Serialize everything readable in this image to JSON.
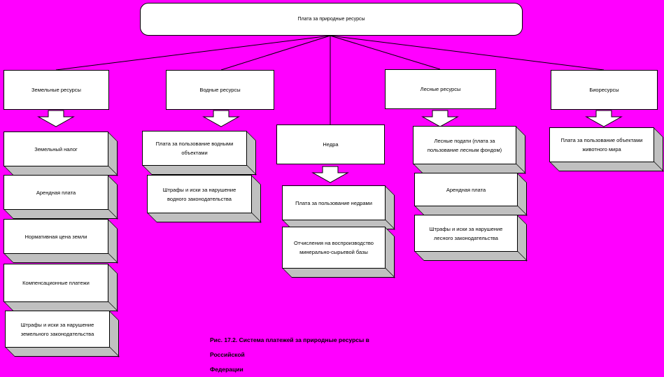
{
  "page": {
    "background_color": "#ff00ff",
    "box_fill_color": "#ffffff",
    "box_border_color": "#000000",
    "shadow_color": "#c0c0c0"
  },
  "root": {
    "label": "Плата за природные ресурсы"
  },
  "columns": [
    {
      "header": "Земельные ресурсы",
      "items": [
        "Земельный налог",
        "Арендная плата",
        "Нормативная цена земли",
        "Компенсационные платежи",
        "Штрафы и иски за нарушение земельного законодательства"
      ]
    },
    {
      "header": "Водные ресурсы",
      "items": [
        "Плата за пользование водными объектами",
        "Штрафы и иски за нарушение водного законодательства"
      ]
    },
    {
      "header": "Недра",
      "items": [
        "Плата за пользование недрами",
        "Отчисления на воспроизводство минерально-сырьевой базы"
      ]
    },
    {
      "header": "Лесные ресурсы",
      "items": [
        "Лесные подати (плата за пользование лесным фондом)",
        "Арендная плата",
        "Штрафы и иски за нарушение лесного законодательства"
      ]
    },
    {
      "header": "Биоресурсы",
      "items": [
        "Плата за пользование объектами животного мира"
      ]
    }
  ],
  "caption_lines": [
    "Рис. 17.2. Система платежей за природные ресурсы в Российской",
    "Федерации"
  ]
}
